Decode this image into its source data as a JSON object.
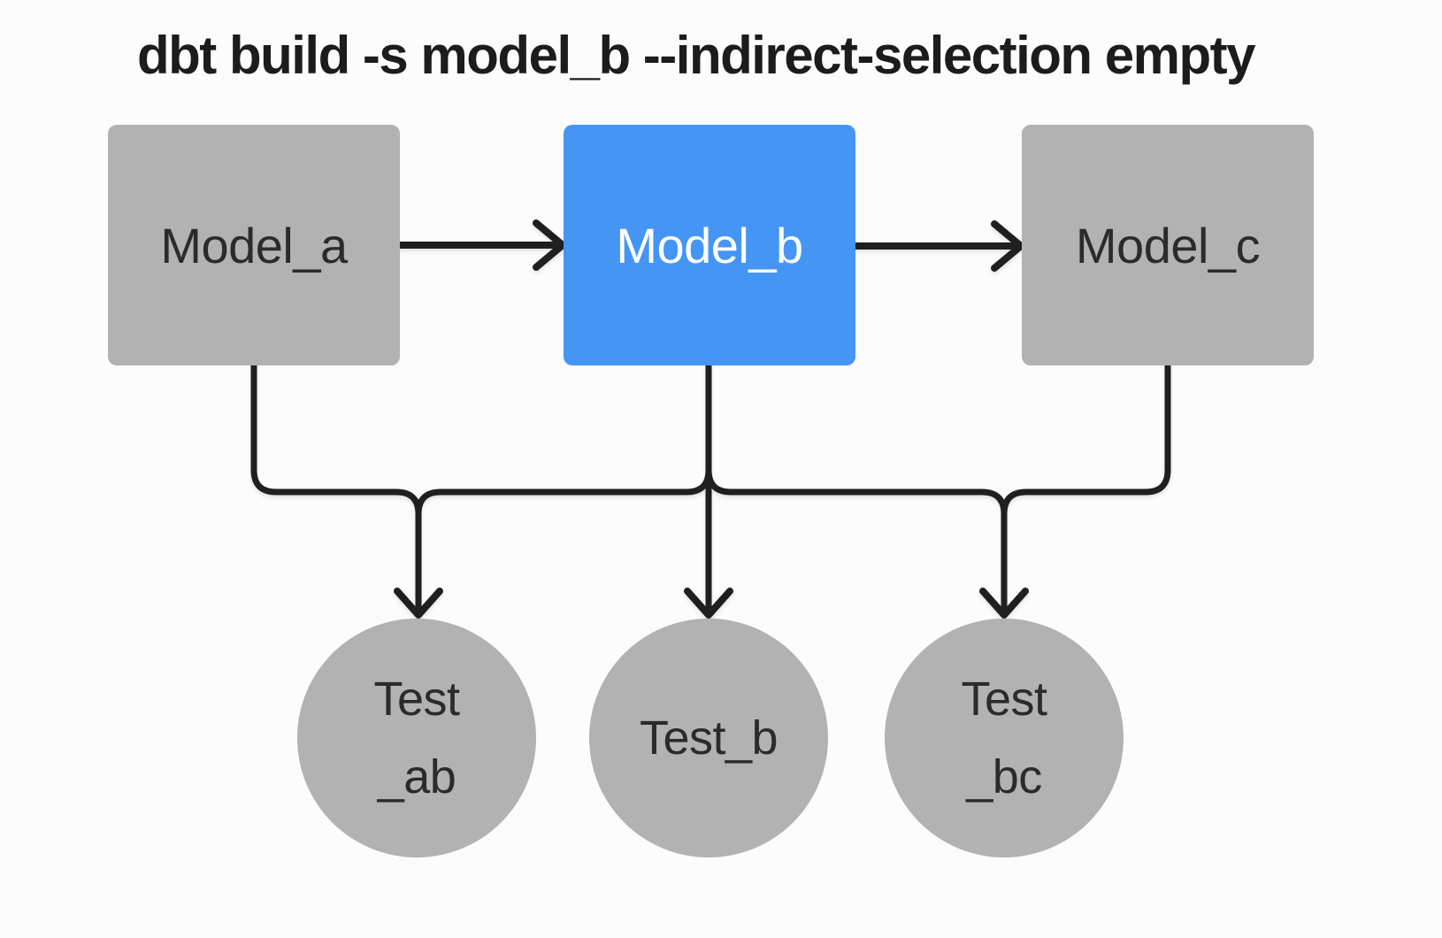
{
  "title": "dbt build -s model_b --indirect-selection empty",
  "colors": {
    "background": "#fcfcfc",
    "node_gray": "#b2b2b2",
    "selected_node_blue": "#4596f4",
    "edge_black": "#1f1f1f",
    "node_text_dark": "#2b2b2b",
    "selected_node_text": "#ffffff",
    "title_text": "#1c1c1c"
  },
  "nodes": {
    "models": [
      {
        "id": "model_a",
        "label": "Model_a",
        "shape": "square",
        "selected": false
      },
      {
        "id": "model_b",
        "label": "Model_b",
        "shape": "square",
        "selected": true
      },
      {
        "id": "model_c",
        "label": "Model_c",
        "shape": "square",
        "selected": false
      }
    ],
    "tests": [
      {
        "id": "test_ab",
        "lines": [
          "Test",
          "_ab"
        ]
      },
      {
        "id": "test_b",
        "lines": [
          "Test_b"
        ]
      },
      {
        "id": "test_bc",
        "lines": [
          "Test",
          "_bc"
        ]
      }
    ]
  },
  "edges": [
    {
      "from": "model_a",
      "to": "model_b"
    },
    {
      "from": "model_b",
      "to": "model_c"
    },
    {
      "from": "model_a",
      "to": "test_ab"
    },
    {
      "from": "model_b",
      "to": "test_ab"
    },
    {
      "from": "model_b",
      "to": "test_b"
    },
    {
      "from": "model_b",
      "to": "test_bc"
    },
    {
      "from": "model_c",
      "to": "test_bc"
    }
  ]
}
